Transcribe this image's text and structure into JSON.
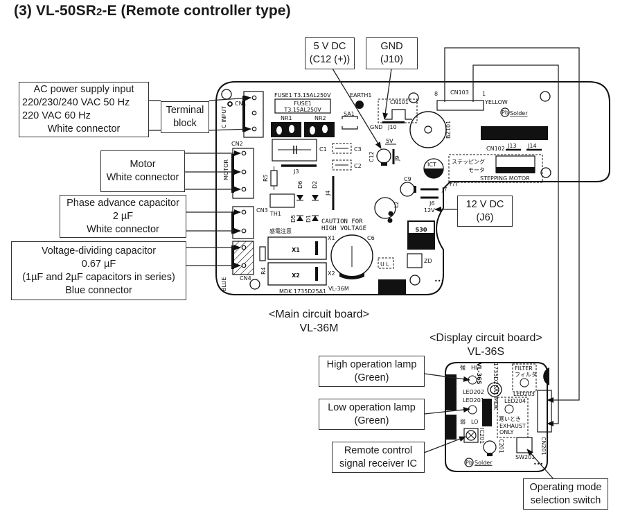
{
  "title": {
    "prefix": "(3) VL-50SR",
    "sub": "2",
    "suffix": "-E (Remote controller type)"
  },
  "callouts": {
    "ac_power": [
      "AC power supply input",
      "220/230/240 VAC   50 Hz",
      "220 VAC   60 Hz",
      "White connector"
    ],
    "terminal_block": [
      "Terminal",
      "block"
    ],
    "five_v": [
      "5 V DC",
      "(C12 (+))"
    ],
    "gnd": [
      "GND",
      "(J10)"
    ],
    "motor": [
      "Motor",
      "White connector"
    ],
    "phase_cap": [
      "Phase advance capacitor",
      "2 µF",
      "White connector"
    ],
    "volt_cap": [
      "Voltage-dividing capacitor",
      "0.67 µF",
      "(1µF and 2µF capacitors  in series)",
      "Blue connector"
    ],
    "twelve_v": [
      "12 V DC",
      "(J6)"
    ],
    "high_lamp": [
      "High operation lamp",
      "(Green)"
    ],
    "low_lamp": [
      "Low operation lamp",
      "(Green)"
    ],
    "remote_ic": [
      "Remote control",
      "signal receiver IC"
    ],
    "mode_switch": [
      "Operating mode",
      "selection switch"
    ]
  },
  "captions": {
    "main_board": [
      "<Main circuit board>",
      "VL-36M"
    ],
    "display_board": [
      "<Display circuit board>",
      "VL-36S"
    ]
  },
  "main_pcb": {
    "fuse_label": "FUSE1  T3.15AL250V",
    "fuse_box": [
      "FUSE1",
      "T3.15AL250V"
    ],
    "earth": "EARTH1",
    "nr1": "NR1",
    "nr2": "NR2",
    "sa1": "SA1",
    "cn101": "CN101",
    "gnd": "GND",
    "j10": "J10",
    "five_v": "5V",
    "c12": "C12",
    "j9": "J9",
    "bz101": "BZ101",
    "cn103": "CN103",
    "cn103_8": "8",
    "cn103_1": "1",
    "yellow": "YELLOW",
    "solder": "Solder",
    "pb": "Pb",
    "cn102": "CN102",
    "j13": "J13",
    "j14": "J14",
    "stepping_jp": "ステッピング",
    "motor_jp": "モータ",
    "stepping_motor": "STEPPING MOTOR",
    "cn1": "CN1",
    "input": "C INPUT",
    "cn2": "CN2",
    "motor": "MOTOR",
    "cn3": "CN3",
    "cn4": "CN4",
    "blue": "BLUE",
    "c1": "C1",
    "c2": "C2",
    "c3": "C3",
    "j3": "J3",
    "j4": "J4",
    "r5": "R5",
    "r4": "R4",
    "th1": "TH1",
    "d6": "D6",
    "d2": "D2",
    "d5": "D5",
    "d1": "D1",
    "caution": [
      "CAUTION FOR",
      "HIGH VOLTAGE"
    ],
    "caution_jp": "感電注意",
    "c9": "C9",
    "ict": "ICT",
    "j7": "J7",
    "j6": "J6",
    "twelve_v": "12V",
    "l2": "L2",
    "ft": "F/T",
    "x1": "X1",
    "x2": "X2",
    "c6": "C6",
    "s30": "S30",
    "zd": "ZD",
    "ul": "U L",
    "mdk": "MDK 1735D25A1",
    "model": "VL-36M"
  },
  "display_pcb": {
    "model": "VL-36S",
    "mdk": "1735D25A1 MDK",
    "hi_jp": "強",
    "hi": "HI",
    "led202": "LED202",
    "led201": "LED201",
    "lo_jp": "弱",
    "lo": "LO",
    "filter": "FILTER",
    "filter_jp": "フィルタ",
    "led203": "LED203",
    "led204": "LED204",
    "cold_jp": "寒いとき",
    "exhaust": "EXHAUST",
    "only": "ONLY",
    "ic201": "IC201",
    "c201": "C201",
    "sw201": "SW201",
    "cn201": "CN201",
    "solder": "Solder",
    "pb": "Pb"
  }
}
